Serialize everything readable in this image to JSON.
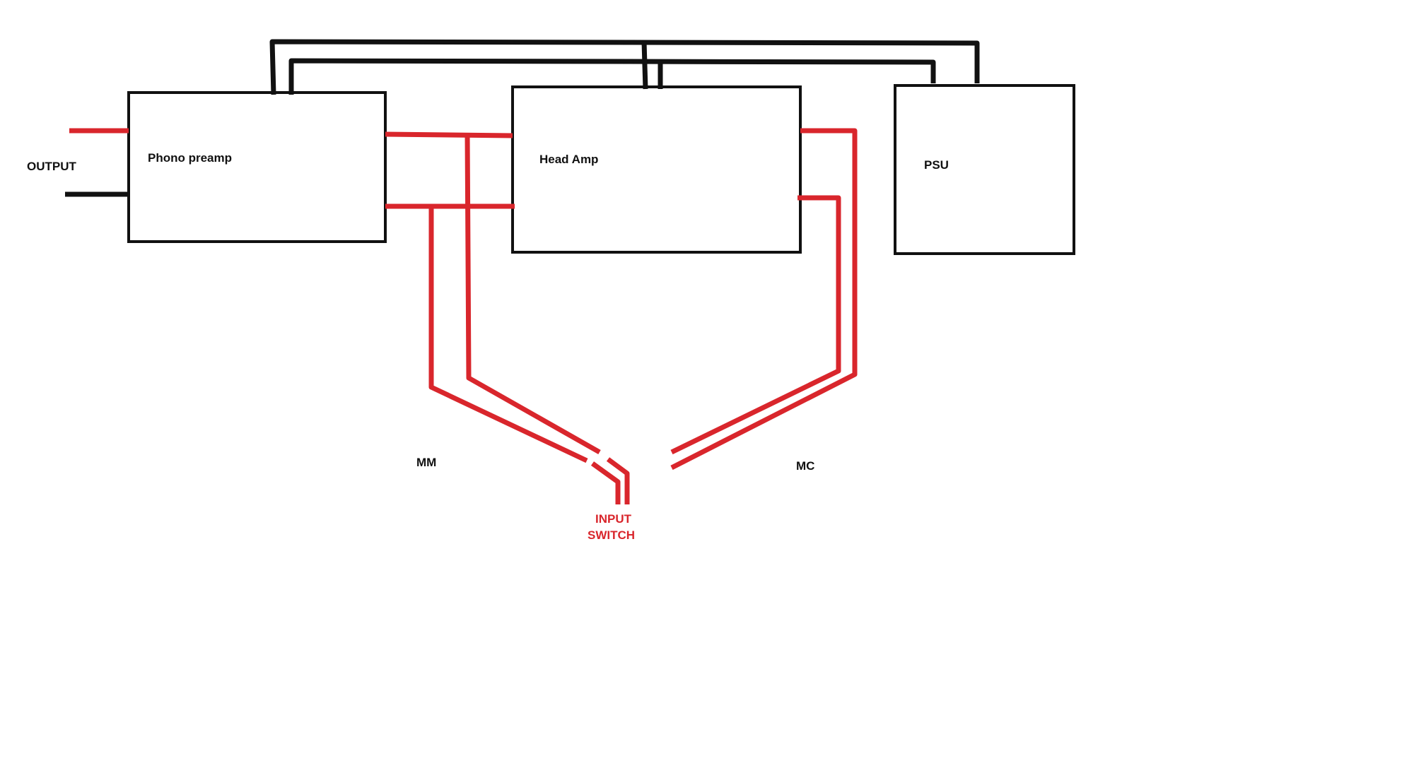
{
  "labels": {
    "output": "OUTPUT",
    "phono_preamp": "Phono preamp",
    "head_amp": "Head Amp",
    "psu": "PSU",
    "mm": "MM",
    "mc": "MC",
    "input_switch_line1": "INPUT",
    "input_switch_line2": "SWITCH"
  },
  "colors": {
    "signal": "#d9262c",
    "power": "#111111",
    "box_stroke": "#111111",
    "text": "#111111",
    "switch_text": "#d9262c",
    "background": "#ffffff"
  }
}
